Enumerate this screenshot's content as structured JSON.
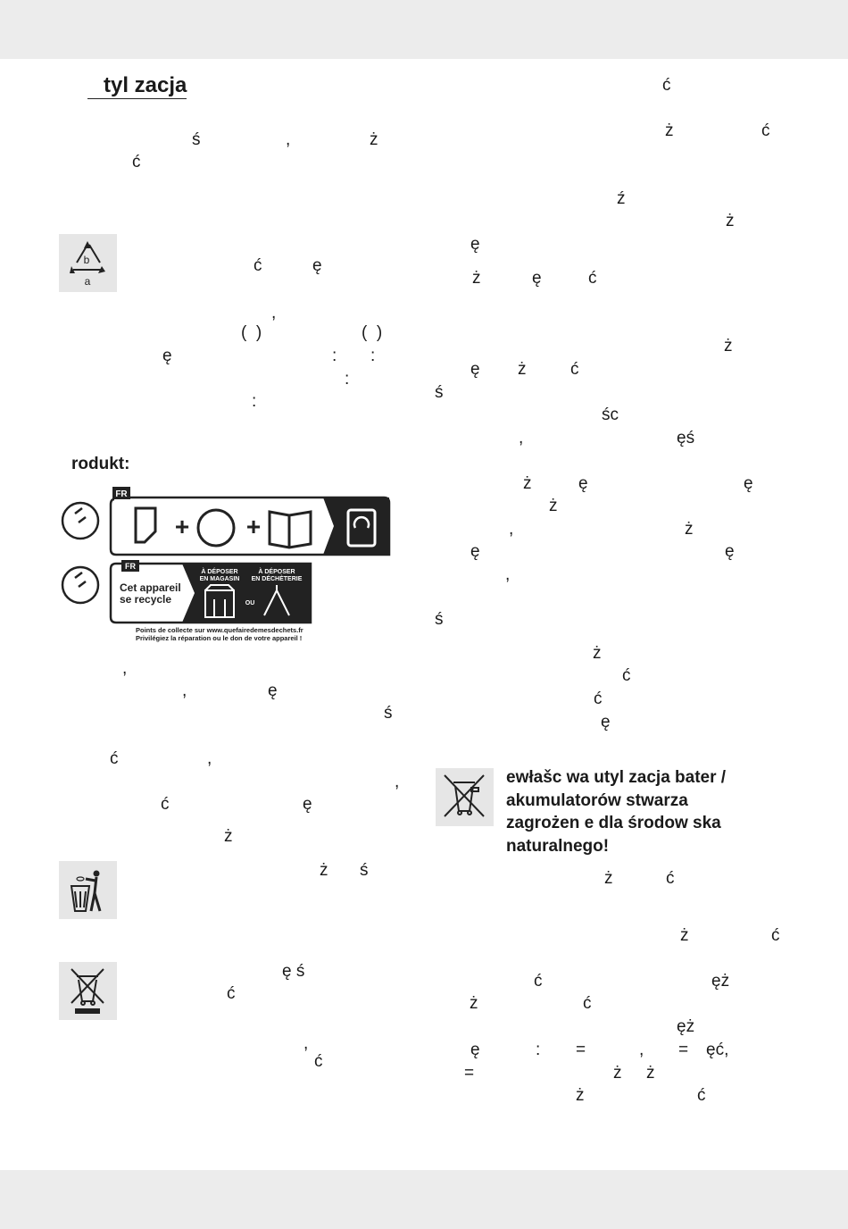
{
  "heading": "tyl zacja",
  "subheading": "rodukt:",
  "warning_text": "ewłašc wa utyl zacja bater  /\nakumulatorów stwarza\nzagrożen e dla środow ska\nnaturalnego!",
  "triman": {
    "badge": "FR",
    "appliance_text_1": "Cet appareil",
    "appliance_text_2": "se recycle",
    "deposit_store_1": "À DÉPOSER",
    "deposit_store_2": "EN MAGASIN",
    "deposit_center_1": "À DÉPOSER",
    "deposit_center_2": "EN DÉCHÈTERIE",
    "or_text": "OU",
    "collect_note": "Points de collecte sur www.quefairedemesdechets.fr\nPrivilégiez la réparation ou le don de votre appareil !"
  },
  "recycle_code": {
    "letter_b": "b",
    "letter_a": "a"
  },
  "left_fragments": [
    "ś",
    ",",
    "ż",
    "ć",
    "ć",
    "ę",
    ",",
    "(  )",
    "(  )",
    "ę",
    ":",
    ":",
    ":",
    ":",
    ",",
    ",",
    "ę",
    "ś",
    "ć",
    ",",
    ",",
    "ć",
    "ę",
    "ż",
    "ż",
    "ś",
    "ę ś",
    "ć",
    ",",
    "ć"
  ],
  "right_fragments": [
    "ć",
    "ż",
    "ć",
    "ź",
    "ż",
    "ę",
    "ż",
    "ę",
    "ć",
    "ż",
    "ę",
    "ż",
    "ć",
    "ś",
    "śc",
    ",",
    "ęś",
    "ż",
    "ę",
    "ę",
    "ż",
    ",",
    "ż",
    "ę",
    "ę",
    ",",
    "ś",
    "ż",
    "ć",
    "ć",
    "ę",
    "ż",
    "ć",
    "ż",
    "ć",
    "ć",
    "ęż",
    "ż",
    "ć",
    "ęż",
    "ę",
    ":",
    "=",
    ",",
    "=",
    "ęć,",
    "=",
    "ż",
    "ż",
    "ż",
    "ć"
  ]
}
